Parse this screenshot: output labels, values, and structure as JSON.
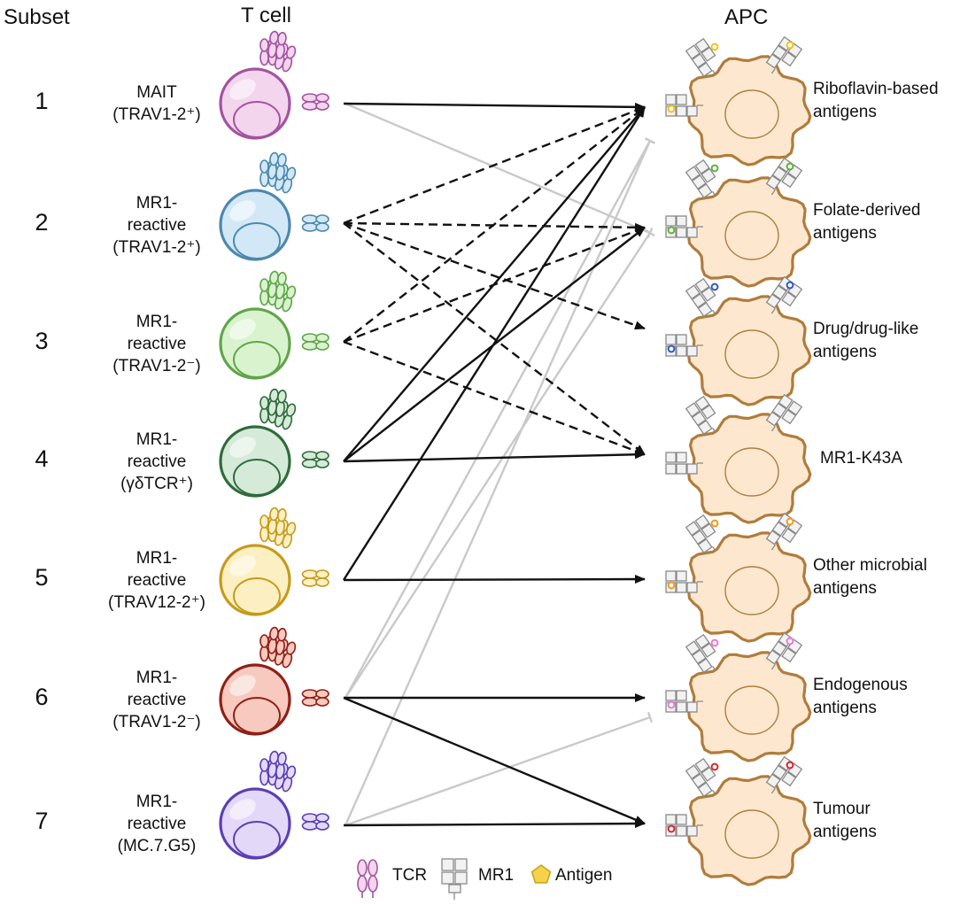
{
  "headers": {
    "subset": "Subset",
    "tcell": "T cell",
    "apc": "APC"
  },
  "subsets": [
    {
      "num": "1",
      "label": "MAIT\n(TRAV1-2⁺)",
      "fill": "#f3d5ee",
      "stroke": "#a352a0"
    },
    {
      "num": "2",
      "label": "MR1-\nreactive\n(TRAV1-2⁺)",
      "fill": "#d2e8f7",
      "stroke": "#4d88ad"
    },
    {
      "num": "3",
      "label": "MR1-\nreactive\n(TRAV1-2⁻)",
      "fill": "#d9f3cf",
      "stroke": "#5fa549"
    },
    {
      "num": "4",
      "label": "MR1-\nreactive\n(γδTCR⁺)",
      "fill": "#d5ead8",
      "stroke": "#2f6b3a"
    },
    {
      "num": "5",
      "label": "MR1-\nreactive\n(TRAV12-2⁺)",
      "fill": "#fcf0c2",
      "stroke": "#c59a1c"
    },
    {
      "num": "6",
      "label": "MR1-\nreactive\n(TRAV1-2⁻)",
      "fill": "#f7c9bf",
      "stroke": "#8f1f15"
    },
    {
      "num": "7",
      "label": "MR1-\nreactive\n(MC.7.G5)",
      "fill": "#e4d8f9",
      "stroke": "#5a3fb3"
    }
  ],
  "apcs": [
    {
      "label": "Riboflavin-based\nantigens",
      "antigen_color": "#f2c21b",
      "has_antigen": true
    },
    {
      "label": "Folate-derived\nantigens",
      "antigen_color": "#5bb339",
      "has_antigen": true
    },
    {
      "label": "Drug/drug-like\nantigens",
      "antigen_color": "#2f58c8",
      "has_antigen": true
    },
    {
      "label": "MR1-K43A",
      "antigen_color": "#cccccc",
      "has_antigen": false
    },
    {
      "label": "Other microbial\nantigens",
      "antigen_color": "#f29a1b",
      "has_antigen": true
    },
    {
      "label": "Endogenous\nantigens",
      "antigen_color": "#e879d6",
      "has_antigen": true
    },
    {
      "label": "Tumour\nantigens",
      "antigen_color": "#d8262b",
      "has_antigen": true
    }
  ],
  "links": [
    {
      "from": 1,
      "to": 1,
      "style": "solid"
    },
    {
      "from": 1,
      "to": 2,
      "style": "gray"
    },
    {
      "from": 2,
      "to": 1,
      "style": "dashed"
    },
    {
      "from": 2,
      "to": 2,
      "style": "dashed"
    },
    {
      "from": 2,
      "to": 3,
      "style": "dashed"
    },
    {
      "from": 2,
      "to": 4,
      "style": "dashed"
    },
    {
      "from": 3,
      "to": 1,
      "style": "dashed"
    },
    {
      "from": 3,
      "to": 2,
      "style": "dashed"
    },
    {
      "from": 3,
      "to": 4,
      "style": "dashed"
    },
    {
      "from": 4,
      "to": 1,
      "style": "solid"
    },
    {
      "from": 4,
      "to": 2,
      "style": "solid"
    },
    {
      "from": 4,
      "to": 4,
      "style": "solid"
    },
    {
      "from": 5,
      "to": 1,
      "style": "solid"
    },
    {
      "from": 5,
      "to": 5,
      "style": "solid"
    },
    {
      "from": 6,
      "to": 1,
      "style": "gray"
    },
    {
      "from": 6,
      "to": 2,
      "style": "gray"
    },
    {
      "from": 6,
      "to": 6,
      "style": "solid"
    },
    {
      "from": 6,
      "to": 7,
      "style": "solid"
    },
    {
      "from": 7,
      "to": 1,
      "style": "gray"
    },
    {
      "from": 7,
      "to": 6,
      "style": "gray"
    },
    {
      "from": 7,
      "to": 7,
      "style": "solid"
    }
  ],
  "legend": {
    "tcr": "TCR",
    "mr1": "MR1",
    "antigen": "Antigen",
    "antigen_color": "#f5d24a"
  },
  "colors": {
    "apc_fill": "#fde8cf",
    "apc_stroke": "#b07c3c",
    "arrow": "#111111",
    "gray_line": "#c9c9c9"
  }
}
